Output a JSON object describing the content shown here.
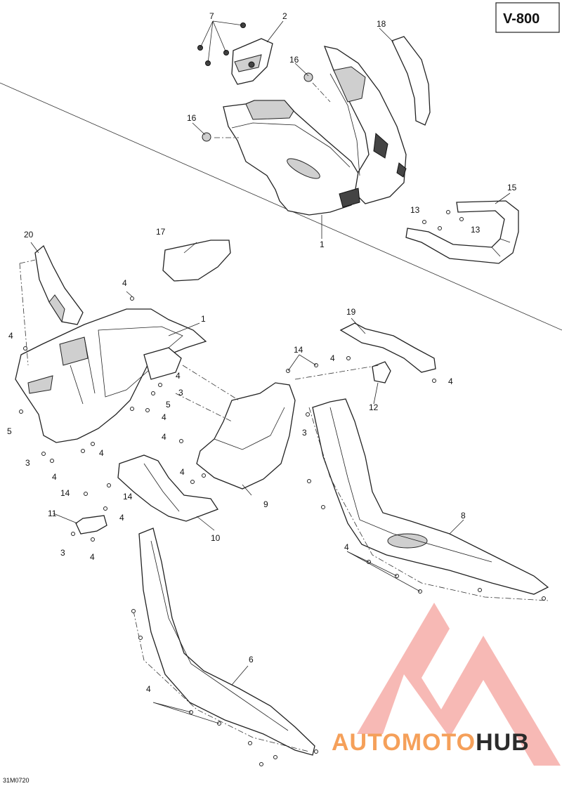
{
  "model": "V-800",
  "ref_code": "31M0720",
  "watermark": {
    "part1": "AUTOMOTO",
    "part2": "HUB",
    "colors": {
      "accent": "#f5a05a",
      "brand_red": "#e8312a",
      "dark": "#2b2b2b",
      "logo_pink": "#f4a3a0"
    }
  },
  "labels": [
    "1",
    "1",
    "2",
    "3",
    "3",
    "3",
    "3",
    "4",
    "4",
    "4",
    "4",
    "4",
    "4",
    "4",
    "4",
    "4",
    "4",
    "4",
    "4",
    "5",
    "5",
    "6",
    "7",
    "8",
    "9",
    "10",
    "11",
    "12",
    "13",
    "13",
    "14",
    "14",
    "14",
    "15",
    "16",
    "16",
    "17",
    "18",
    "19",
    "20"
  ]
}
